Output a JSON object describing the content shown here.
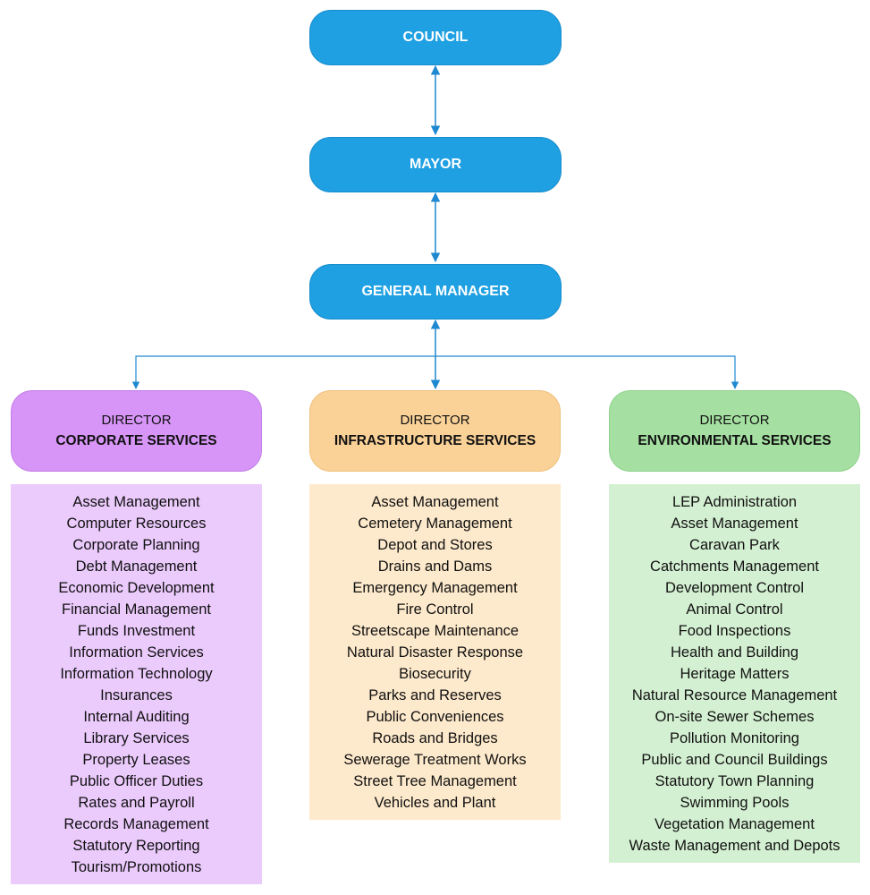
{
  "top": {
    "council": "COUNCIL",
    "mayor": "MAYOR",
    "general_manager": "GENERAL MANAGER"
  },
  "colors": {
    "top_node": "#1ea0e2",
    "connector": "#1e88d0",
    "corporate_header": "#d795f7",
    "corporate_list": "#ebcafc",
    "infrastructure_header": "#fad298",
    "infrastructure_list": "#fde9cb",
    "environmental_header": "#a5e0a2",
    "environmental_list": "#d4f0d2"
  },
  "directorates": [
    {
      "role": "DIRECTOR",
      "title": "CORPORATE SERVICES",
      "items": [
        "Asset Management",
        "Computer Resources",
        "Corporate Planning",
        "Debt Management",
        "Economic Development",
        "Financial Management",
        "Funds Investment",
        "Information Services",
        "Information Technology",
        "Insurances",
        "Internal Auditing",
        "Library Services",
        "Property Leases",
        "Public Officer Duties",
        "Rates and Payroll",
        "Records Management",
        "Statutory Reporting",
        "Tourism/Promotions"
      ]
    },
    {
      "role": "DIRECTOR",
      "title": "INFRASTRUCTURE SERVICES",
      "items": [
        "Asset Management",
        "Cemetery Management",
        "Depot and Stores",
        "Drains and Dams",
        "Emergency Management",
        "Fire Control",
        "Streetscape Maintenance",
        "Natural Disaster Response",
        "Biosecurity",
        "Parks and Reserves",
        "Public Conveniences",
        "Roads and Bridges",
        "Sewerage Treatment Works",
        "Street Tree Management",
        "Vehicles and Plant"
      ]
    },
    {
      "role": "DIRECTOR",
      "title": "ENVIRONMENTAL SERVICES",
      "items": [
        "LEP Administration",
        "Asset Management",
        "Caravan Park",
        "Catchments Management",
        "Development Control",
        "Animal Control",
        "Food Inspections",
        "Health and Building",
        "Heritage Matters",
        "Natural Resource Management",
        "On-site Sewer Schemes",
        "Pollution Monitoring",
        "Public and Council Buildings",
        "Statutory Town Planning",
        "Swimming Pools",
        "Vegetation Management",
        "Waste Management and Depots"
      ]
    }
  ]
}
